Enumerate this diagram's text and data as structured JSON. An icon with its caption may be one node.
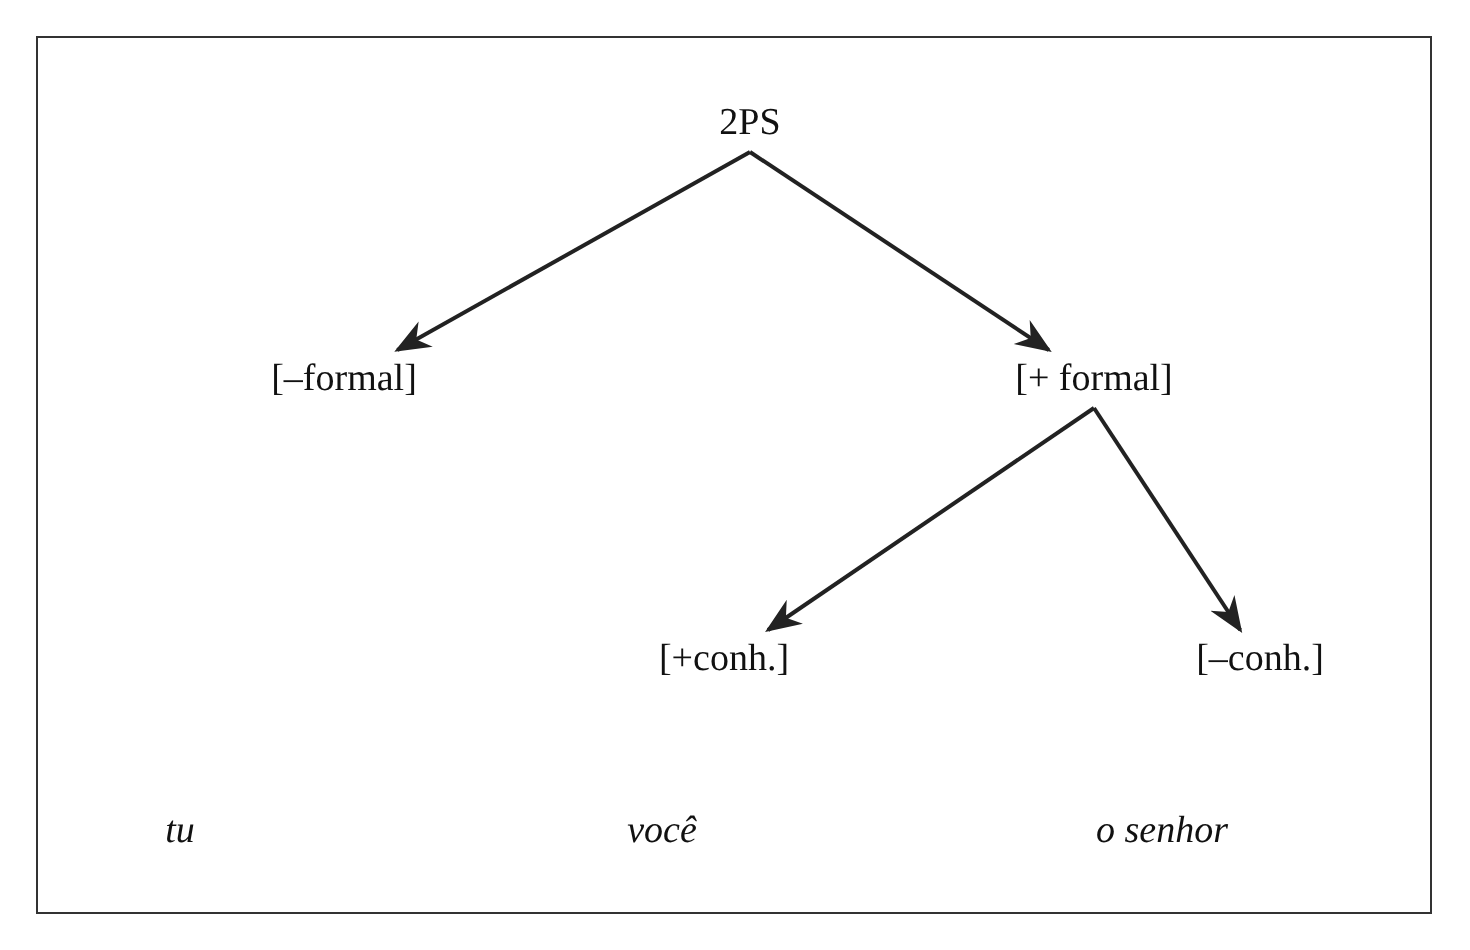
{
  "diagram": {
    "nodes": [
      {
        "text": [
          "2PS"
        ]
      },
      {
        "text": [
          "[–formal]"
        ]
      },
      {
        "text": [
          "[+ formal]"
        ]
      },
      {
        "text": [
          "[+conh.]"
        ]
      },
      {
        "text": [
          "[–conh.]"
        ]
      }
    ],
    "edges": [
      {
        "from": 0,
        "to": 1,
        "arrow": "to"
      },
      {
        "from": 0,
        "to": 2,
        "arrow": "to"
      },
      {
        "from": 2,
        "to": 3,
        "arrow": "to"
      },
      {
        "from": 2,
        "to": 4,
        "arrow": "to"
      }
    ],
    "labels": [
      "tu",
      "você",
      "o senhor"
    ]
  }
}
